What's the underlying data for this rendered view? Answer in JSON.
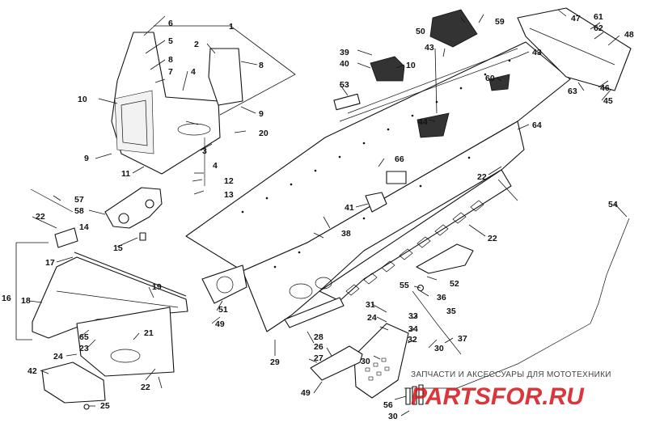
{
  "diagram": {
    "callouts": [
      {
        "id": "c1",
        "label": "1"
      },
      {
        "id": "c2",
        "label": "2"
      },
      {
        "id": "c3",
        "label": "3"
      },
      {
        "id": "c4a",
        "label": "4"
      },
      {
        "id": "c4b",
        "label": "4"
      },
      {
        "id": "c5",
        "label": "5"
      },
      {
        "id": "c6",
        "label": "6"
      },
      {
        "id": "c7",
        "label": "7"
      },
      {
        "id": "c8a",
        "label": "8"
      },
      {
        "id": "c8b",
        "label": "8"
      },
      {
        "id": "c9a",
        "label": "9"
      },
      {
        "id": "c9b",
        "label": "9"
      },
      {
        "id": "c10a",
        "label": "10"
      },
      {
        "id": "c10b",
        "label": "10"
      },
      {
        "id": "c11",
        "label": "11"
      },
      {
        "id": "c12",
        "label": "12"
      },
      {
        "id": "c13",
        "label": "13"
      },
      {
        "id": "c14",
        "label": "14"
      },
      {
        "id": "c15",
        "label": "15"
      },
      {
        "id": "c16",
        "label": "16"
      },
      {
        "id": "c17",
        "label": "17"
      },
      {
        "id": "c18",
        "label": "18"
      },
      {
        "id": "c19",
        "label": "19"
      },
      {
        "id": "c20",
        "label": "20"
      },
      {
        "id": "c21",
        "label": "21"
      },
      {
        "id": "c22a",
        "label": "22"
      },
      {
        "id": "c22b",
        "label": "22"
      },
      {
        "id": "c22c",
        "label": "22"
      },
      {
        "id": "c22d",
        "label": "22"
      },
      {
        "id": "c23",
        "label": "23"
      },
      {
        "id": "c24a",
        "label": "24"
      },
      {
        "id": "c24b",
        "label": "24"
      },
      {
        "id": "c25",
        "label": "25"
      },
      {
        "id": "c26",
        "label": "26"
      },
      {
        "id": "c27",
        "label": "27"
      },
      {
        "id": "c28",
        "label": "28"
      },
      {
        "id": "c29",
        "label": "29"
      },
      {
        "id": "c30a",
        "label": "30"
      },
      {
        "id": "c30b",
        "label": "30"
      },
      {
        "id": "c30c",
        "label": "30"
      },
      {
        "id": "c31",
        "label": "31"
      },
      {
        "id": "c32",
        "label": "32"
      },
      {
        "id": "c33",
        "label": "33"
      },
      {
        "id": "c34",
        "label": "34"
      },
      {
        "id": "c35",
        "label": "35"
      },
      {
        "id": "c36",
        "label": "36"
      },
      {
        "id": "c37",
        "label": "37"
      },
      {
        "id": "c38",
        "label": "38"
      },
      {
        "id": "c39",
        "label": "39"
      },
      {
        "id": "c40",
        "label": "40"
      },
      {
        "id": "c41",
        "label": "41"
      },
      {
        "id": "c42",
        "label": "42"
      },
      {
        "id": "c43a",
        "label": "43"
      },
      {
        "id": "c43b",
        "label": "43"
      },
      {
        "id": "c44",
        "label": "44"
      },
      {
        "id": "c45",
        "label": "45"
      },
      {
        "id": "c46",
        "label": "46"
      },
      {
        "id": "c47",
        "label": "47"
      },
      {
        "id": "c48",
        "label": "48"
      },
      {
        "id": "c49a",
        "label": "49"
      },
      {
        "id": "c49b",
        "label": "49"
      },
      {
        "id": "c50",
        "label": "50"
      },
      {
        "id": "c51",
        "label": "51"
      },
      {
        "id": "c52",
        "label": "52"
      },
      {
        "id": "c53",
        "label": "53"
      },
      {
        "id": "c54",
        "label": "54"
      },
      {
        "id": "c55",
        "label": "55"
      },
      {
        "id": "c56",
        "label": "56"
      },
      {
        "id": "c57",
        "label": "57"
      },
      {
        "id": "c58",
        "label": "58"
      },
      {
        "id": "c59",
        "label": "59"
      },
      {
        "id": "c60",
        "label": "60"
      },
      {
        "id": "c61",
        "label": "61"
      },
      {
        "id": "c62",
        "label": "62"
      },
      {
        "id": "c63",
        "label": "63"
      },
      {
        "id": "c64",
        "label": "64"
      },
      {
        "id": "c65",
        "label": "65"
      },
      {
        "id": "c66",
        "label": "66"
      }
    ]
  },
  "watermark": {
    "caption": "ЗАПЧАСТИ И АКСЕССУАРЫ ДЛЯ МОТОТЕХНИКИ",
    "logo": "PARTSFOR.RU",
    "logo_color": "#d4151b"
  }
}
